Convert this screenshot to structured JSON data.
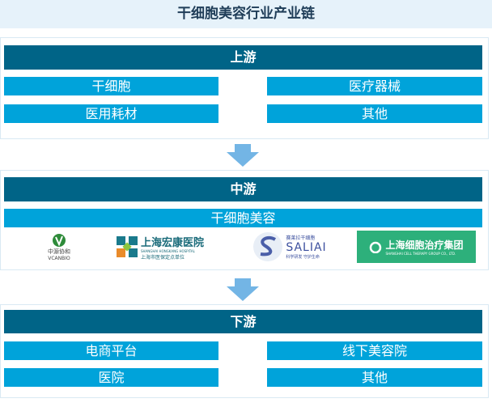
{
  "title": "干细胞美容行业产业链",
  "upstream": {
    "header": "上游",
    "items": [
      "干细胞",
      "医疗器械",
      "医用耗材",
      "其他"
    ]
  },
  "midstream": {
    "header": "中游",
    "item": "干细胞美容",
    "logos": [
      {
        "name": "中源协和",
        "sub": "VCANBIO"
      },
      {
        "name": "上海宏康医院",
        "sub": "SHANGHAI HONGKANG HOSPITAL",
        "sub2": "上海市医保定点单位"
      },
      {
        "name": "SALIAI",
        "cn": "赛莱拉干细胞",
        "sub": "科学研发 守护生命"
      },
      {
        "name": "上海细胞治疗集团",
        "sub": "SHANGHAI CELL THERAPY GROUP CO., LTD."
      }
    ]
  },
  "downstream": {
    "header": "下游",
    "items": [
      "电商平台",
      "线下美容院",
      "医院",
      "其他"
    ]
  },
  "colors": {
    "header": "#006487",
    "item": "#00a3da",
    "title_bg": "#e6f2fa"
  }
}
